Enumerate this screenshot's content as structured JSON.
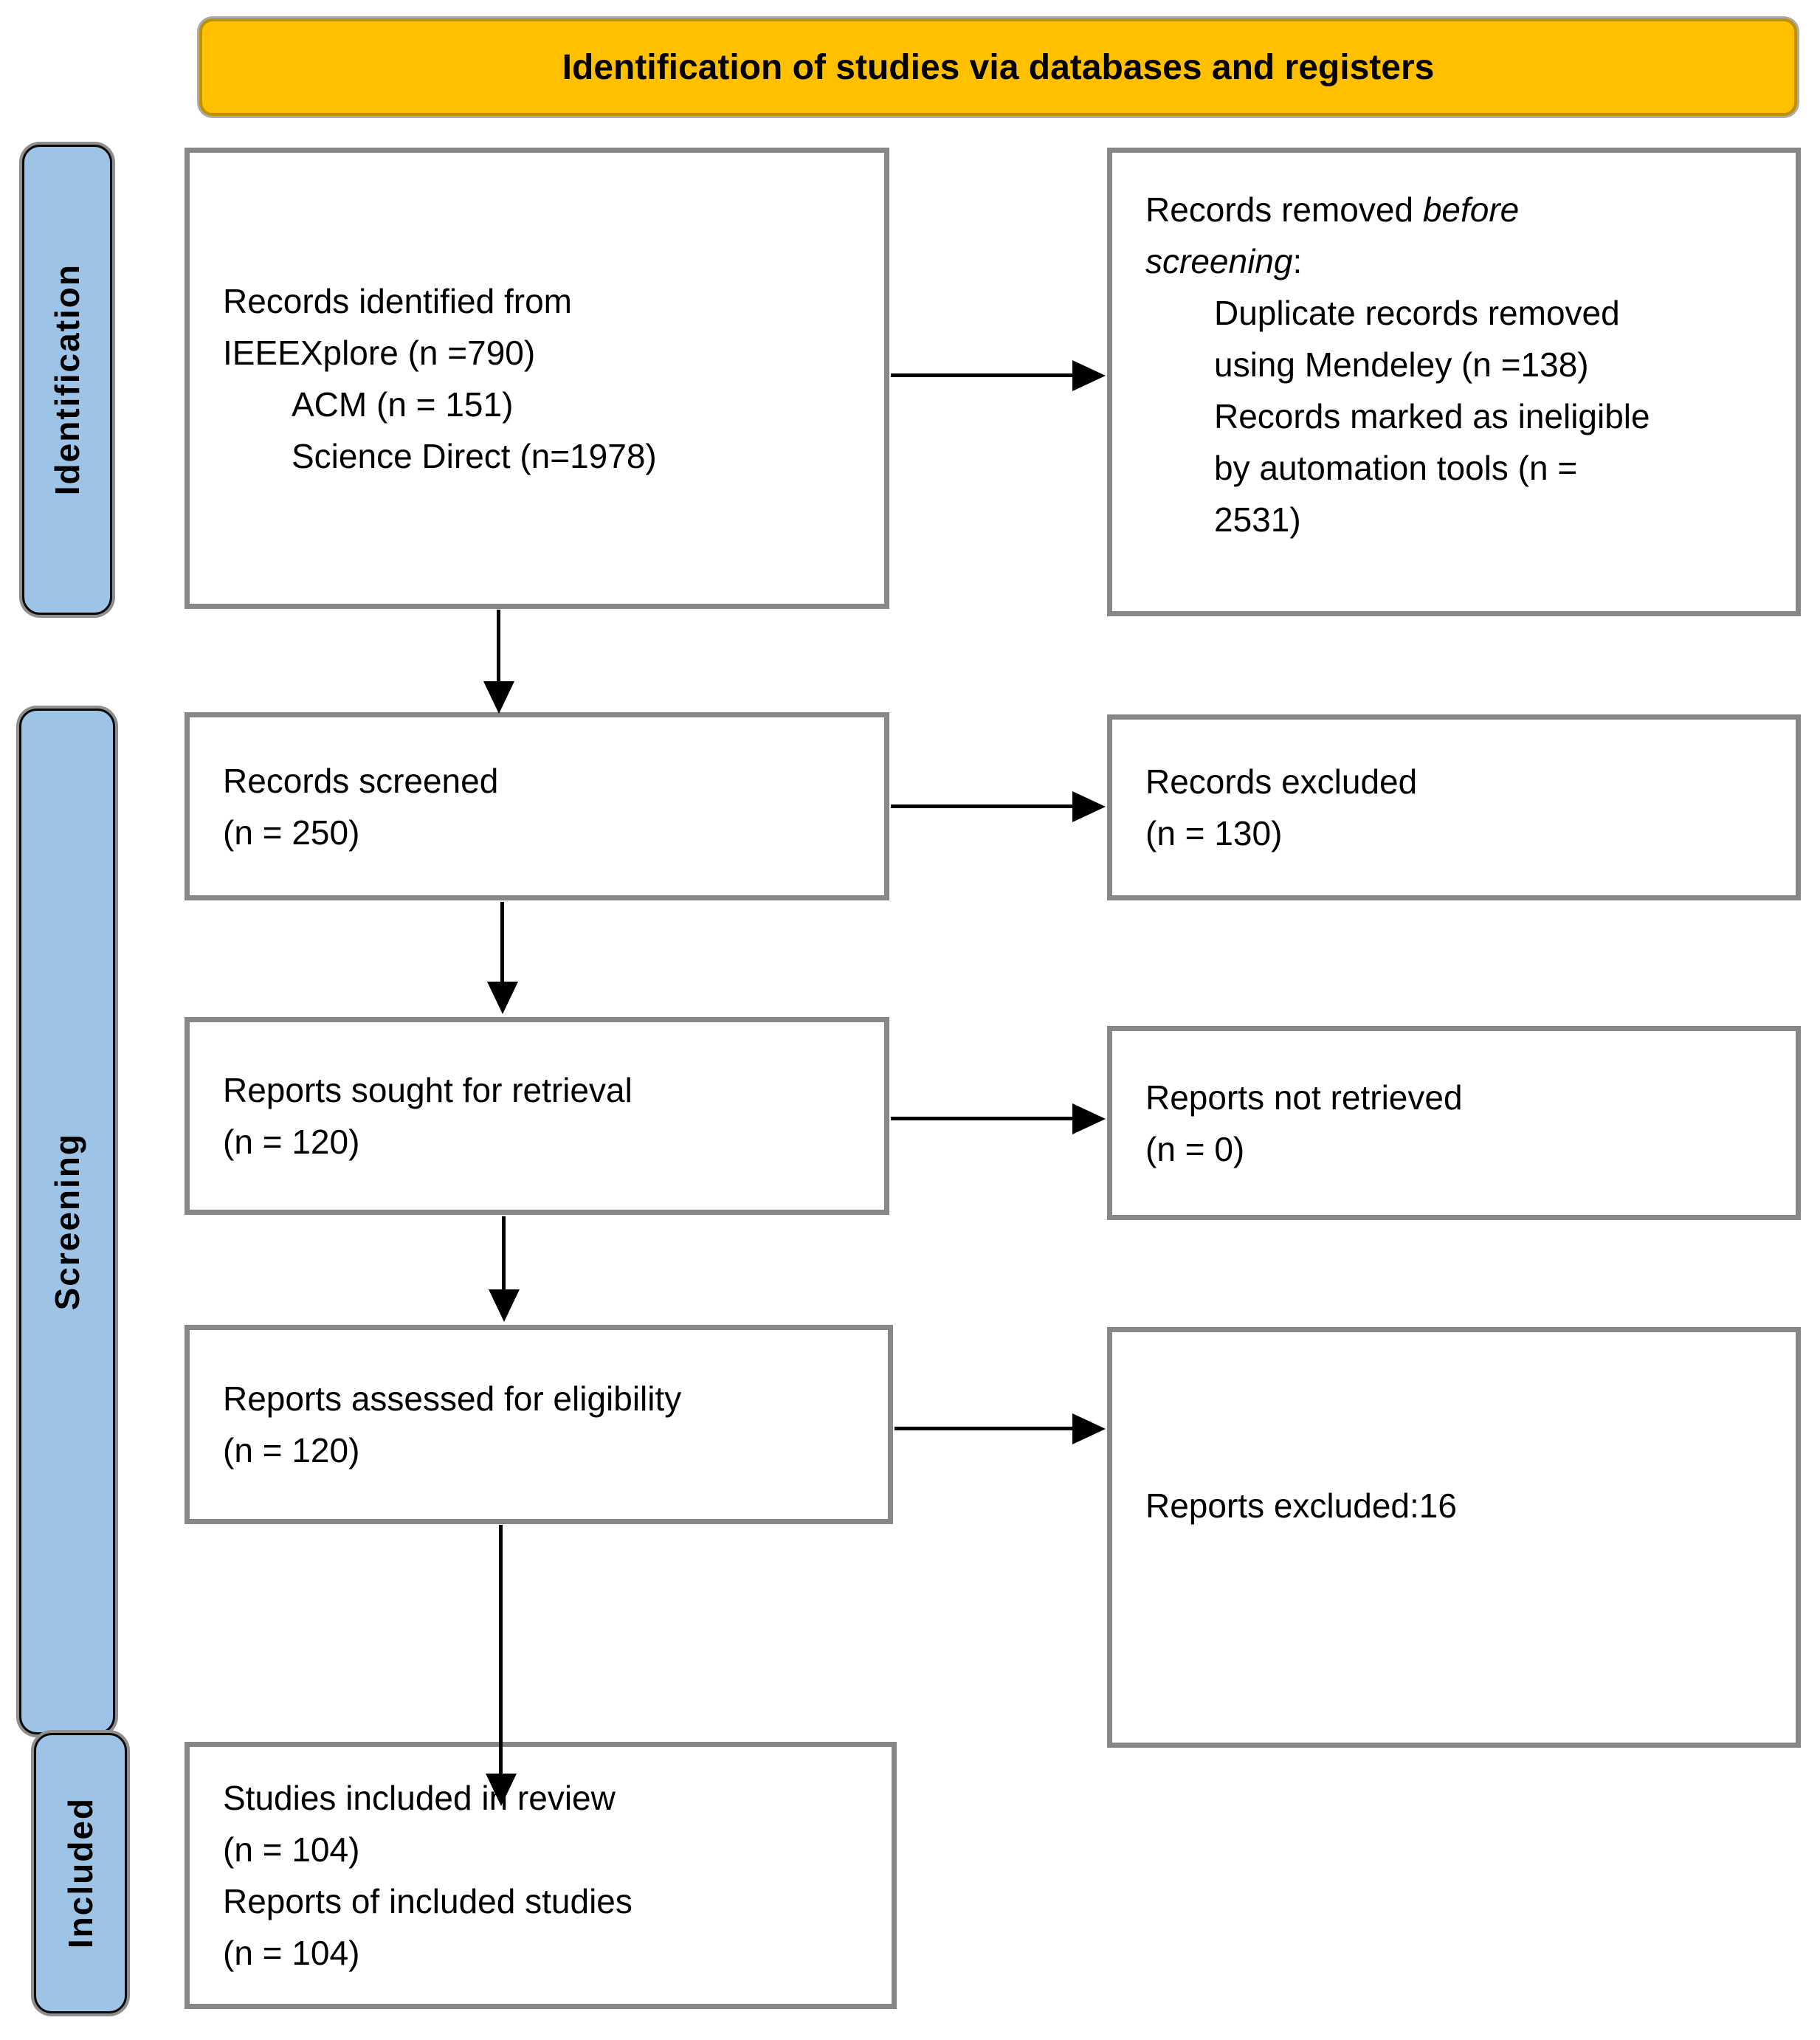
{
  "header": {
    "title": "Identification of studies via databases and registers"
  },
  "stages": [
    {
      "label": "Identification"
    },
    {
      "label": "Screening"
    },
    {
      "label": "Included"
    }
  ],
  "boxes": {
    "identified": {
      "lines": [
        {
          "parts": [
            {
              "t": "Records identified from"
            }
          ]
        },
        {
          "parts": [
            {
              "t": "IEEEXplore (n =790)"
            }
          ]
        },
        {
          "indent": true,
          "parts": [
            {
              "t": "ACM (n = 151)"
            }
          ]
        },
        {
          "indent": true,
          "parts": [
            {
              "t": "Science Direct (n=1978)"
            }
          ]
        }
      ]
    },
    "removed": {
      "lines": [
        {
          "parts": [
            {
              "t": "Records removed "
            },
            {
              "t": "before",
              "i": true
            }
          ]
        },
        {
          "parts": [
            {
              "t": "screening",
              "i": true
            },
            {
              "t": ":"
            }
          ]
        },
        {
          "indent": true,
          "parts": [
            {
              "t": "Duplicate records removed"
            }
          ]
        },
        {
          "indent": true,
          "parts": [
            {
              "t": "using Mendeley (n =138)"
            }
          ]
        },
        {
          "indent": true,
          "parts": [
            {
              "t": "Records marked as ineligible"
            }
          ]
        },
        {
          "indent": true,
          "parts": [
            {
              "t": "by automation tools (n ="
            }
          ]
        },
        {
          "indent": true,
          "parts": [
            {
              "t": "2531)"
            }
          ]
        }
      ]
    },
    "screened": {
      "lines": [
        {
          "parts": [
            {
              "t": "Records screened"
            }
          ]
        },
        {
          "parts": [
            {
              "t": "(n = 250)"
            }
          ]
        }
      ]
    },
    "excluded": {
      "lines": [
        {
          "parts": [
            {
              "t": "Records excluded"
            }
          ]
        },
        {
          "parts": [
            {
              "t": "(n = 130)"
            }
          ]
        }
      ]
    },
    "sought": {
      "lines": [
        {
          "parts": [
            {
              "t": "Reports sought for retrieval"
            }
          ]
        },
        {
          "parts": [
            {
              "t": "(n = 120)"
            }
          ]
        }
      ]
    },
    "not_retrieved": {
      "lines": [
        {
          "parts": [
            {
              "t": "Reports not retrieved"
            }
          ]
        },
        {
          "parts": [
            {
              "t": "(n = 0)"
            }
          ]
        }
      ]
    },
    "assessed": {
      "lines": [
        {
          "parts": [
            {
              "t": "Reports assessed for eligibility"
            }
          ]
        },
        {
          "parts": [
            {
              "t": "(n = 120)"
            }
          ]
        }
      ]
    },
    "reports_excluded": {
      "lines": [
        {
          "parts": [
            {
              "t": "Reports excluded:16"
            }
          ]
        }
      ]
    },
    "included_studies": {
      "lines": [
        {
          "parts": [
            {
              "t": "Studies included in review"
            }
          ]
        },
        {
          "parts": [
            {
              "t": "(n = 104)"
            }
          ]
        },
        {
          "parts": [
            {
              "t": "Reports of included studies"
            }
          ]
        },
        {
          "parts": [
            {
              "t": "(n = 104)"
            }
          ]
        }
      ]
    }
  },
  "colors": {
    "header_fill": "#FFC000",
    "header_border": "#BF9000",
    "stage_fill": "#9DC3E6",
    "box_border": "#878787",
    "arrow": "#000000",
    "text": "#000000"
  }
}
